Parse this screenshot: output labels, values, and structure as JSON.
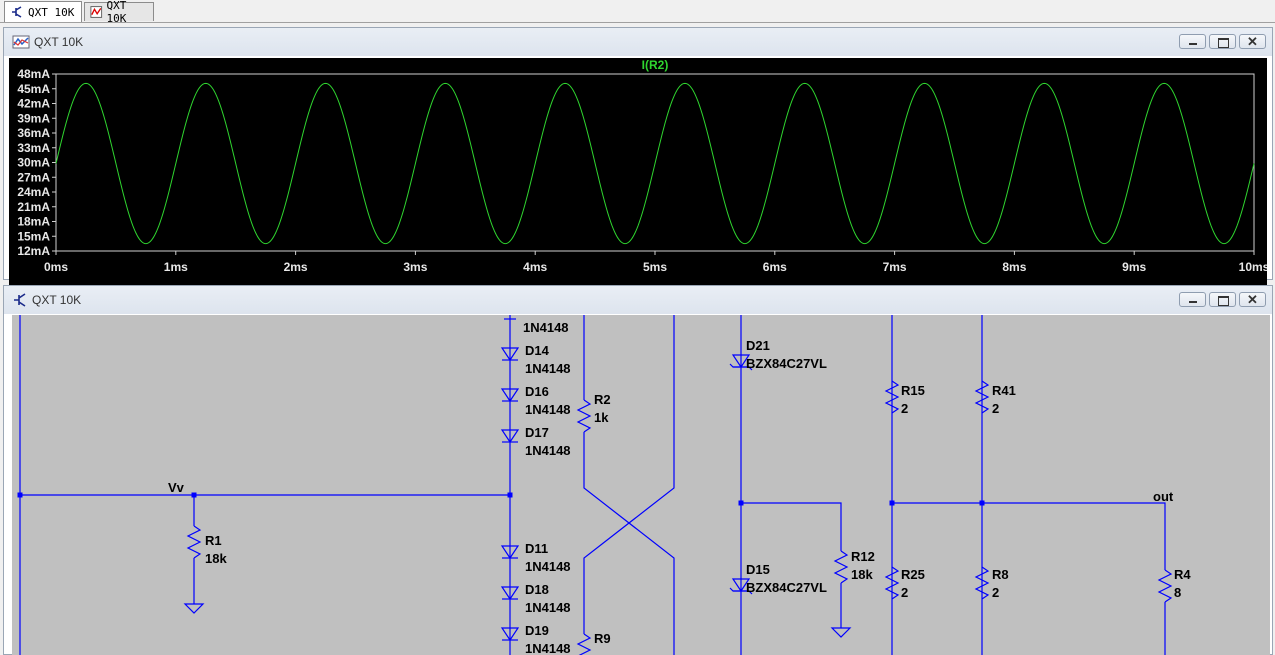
{
  "tabs": [
    {
      "label": "QXT 10K",
      "icon": "schematic-icon"
    },
    {
      "label": "QXT 10K",
      "icon": "waveform-icon"
    }
  ],
  "plot_window": {
    "title": "QXT 10K",
    "icon": "waveform-icon"
  },
  "schematic_window": {
    "title": "QXT 10K",
    "icon": "schematic-icon"
  },
  "colors": {
    "trace": "#2fd52f",
    "wire": "#0000ff",
    "plot_bg": "#000000",
    "schematic_bg": "#c0c0c0"
  },
  "chart_data": {
    "type": "line",
    "title": "I(R2)",
    "xlabel": "",
    "ylabel": "",
    "xlim": [
      0,
      10
    ],
    "ylim": [
      12,
      48
    ],
    "x_ticks": [
      "0ms",
      "1ms",
      "2ms",
      "3ms",
      "4ms",
      "5ms",
      "6ms",
      "7ms",
      "8ms",
      "9ms",
      "10ms"
    ],
    "y_ticks": [
      "48mA",
      "45mA",
      "42mA",
      "39mA",
      "36mA",
      "33mA",
      "30mA",
      "27mA",
      "24mA",
      "21mA",
      "18mA",
      "15mA",
      "12mA"
    ],
    "grid": false,
    "series": [
      {
        "name": "I(R2)",
        "frequency_khz": 1,
        "offset_ma": 29.8,
        "amplitude_ma": 16.3,
        "x_unit": "ms",
        "y_unit": "mA"
      }
    ]
  },
  "schematic": {
    "nets": [
      {
        "id": "net-vv",
        "label": "Vv"
      },
      {
        "id": "net-out",
        "label": "out"
      }
    ],
    "components": [
      {
        "id": "d-top",
        "ref": "",
        "value": "1N4148"
      },
      {
        "id": "d14",
        "ref": "D14",
        "value": "1N4148"
      },
      {
        "id": "d16",
        "ref": "D16",
        "value": "1N4148"
      },
      {
        "id": "d17",
        "ref": "D17",
        "value": "1N4148"
      },
      {
        "id": "d11",
        "ref": "D11",
        "value": "1N4148"
      },
      {
        "id": "d18",
        "ref": "D18",
        "value": "1N4148"
      },
      {
        "id": "d19",
        "ref": "D19",
        "value": "1N4148"
      },
      {
        "id": "r2",
        "ref": "R2",
        "value": "1k"
      },
      {
        "id": "r9",
        "ref": "R9",
        "value": ""
      },
      {
        "id": "r1",
        "ref": "R1",
        "value": "18k"
      },
      {
        "id": "d21",
        "ref": "D21",
        "value": "BZX84C27VL"
      },
      {
        "id": "d15",
        "ref": "D15",
        "value": "BZX84C27VL"
      },
      {
        "id": "r12",
        "ref": "R12",
        "value": "18k"
      },
      {
        "id": "r15",
        "ref": "R15",
        "value": "2"
      },
      {
        "id": "r41",
        "ref": "R41",
        "value": "2"
      },
      {
        "id": "r25",
        "ref": "R25",
        "value": "2"
      },
      {
        "id": "r8",
        "ref": "R8",
        "value": "2"
      },
      {
        "id": "r4",
        "ref": "R4",
        "value": "8"
      }
    ]
  }
}
